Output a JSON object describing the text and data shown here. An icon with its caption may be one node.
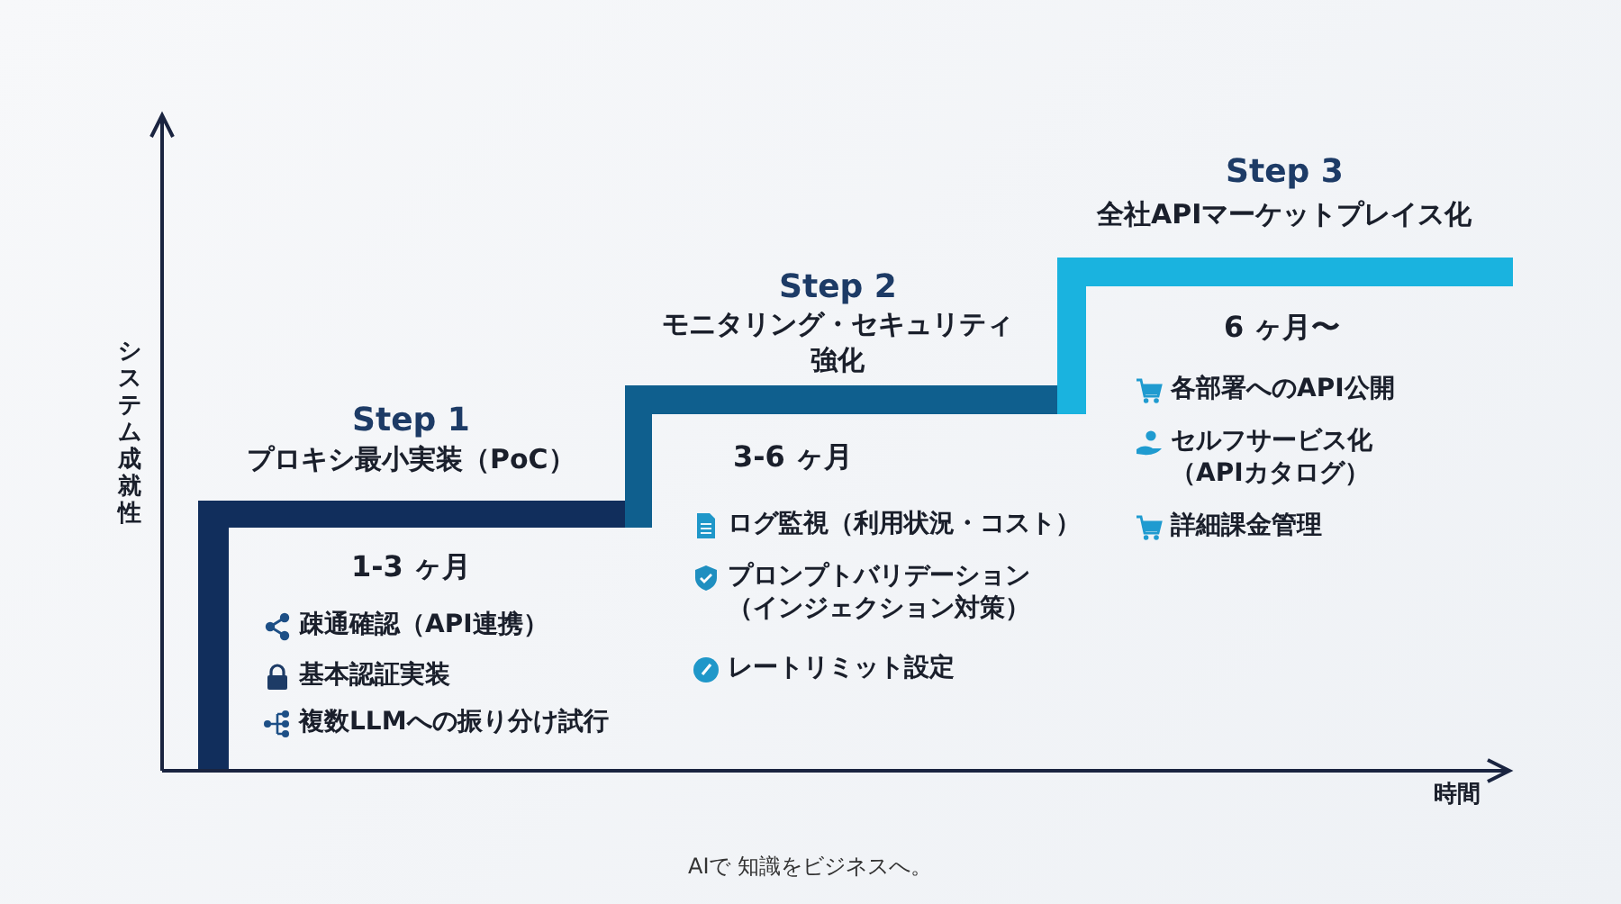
{
  "diagram": {
    "labels": [
      "Step 1",
      "プロキシ最小実装（PoC）",
      "1-3 ヶ月",
      "疎通確認（API連携）",
      "基本認証実装",
      "複数LLMへの振り分け試行",
      "Step 2",
      "モニタリング・セキュリティ強化",
      "3-6 ヶ月",
      "ログ監視（利用状況・コスト）",
      "プロンプトバリデーション（インジェクション対策）",
      "レートリミット設定",
      "Step 3",
      "全社APIマーケットプレイス化",
      "6 ヶ月〜",
      "各部署へのAPI公開",
      "セルフサービス化（APIカタログ）",
      "詳細課金管理",
      "システム成就性",
      "時間",
      "AIで 知識をビジネスへ。"
    ]
  }
}
